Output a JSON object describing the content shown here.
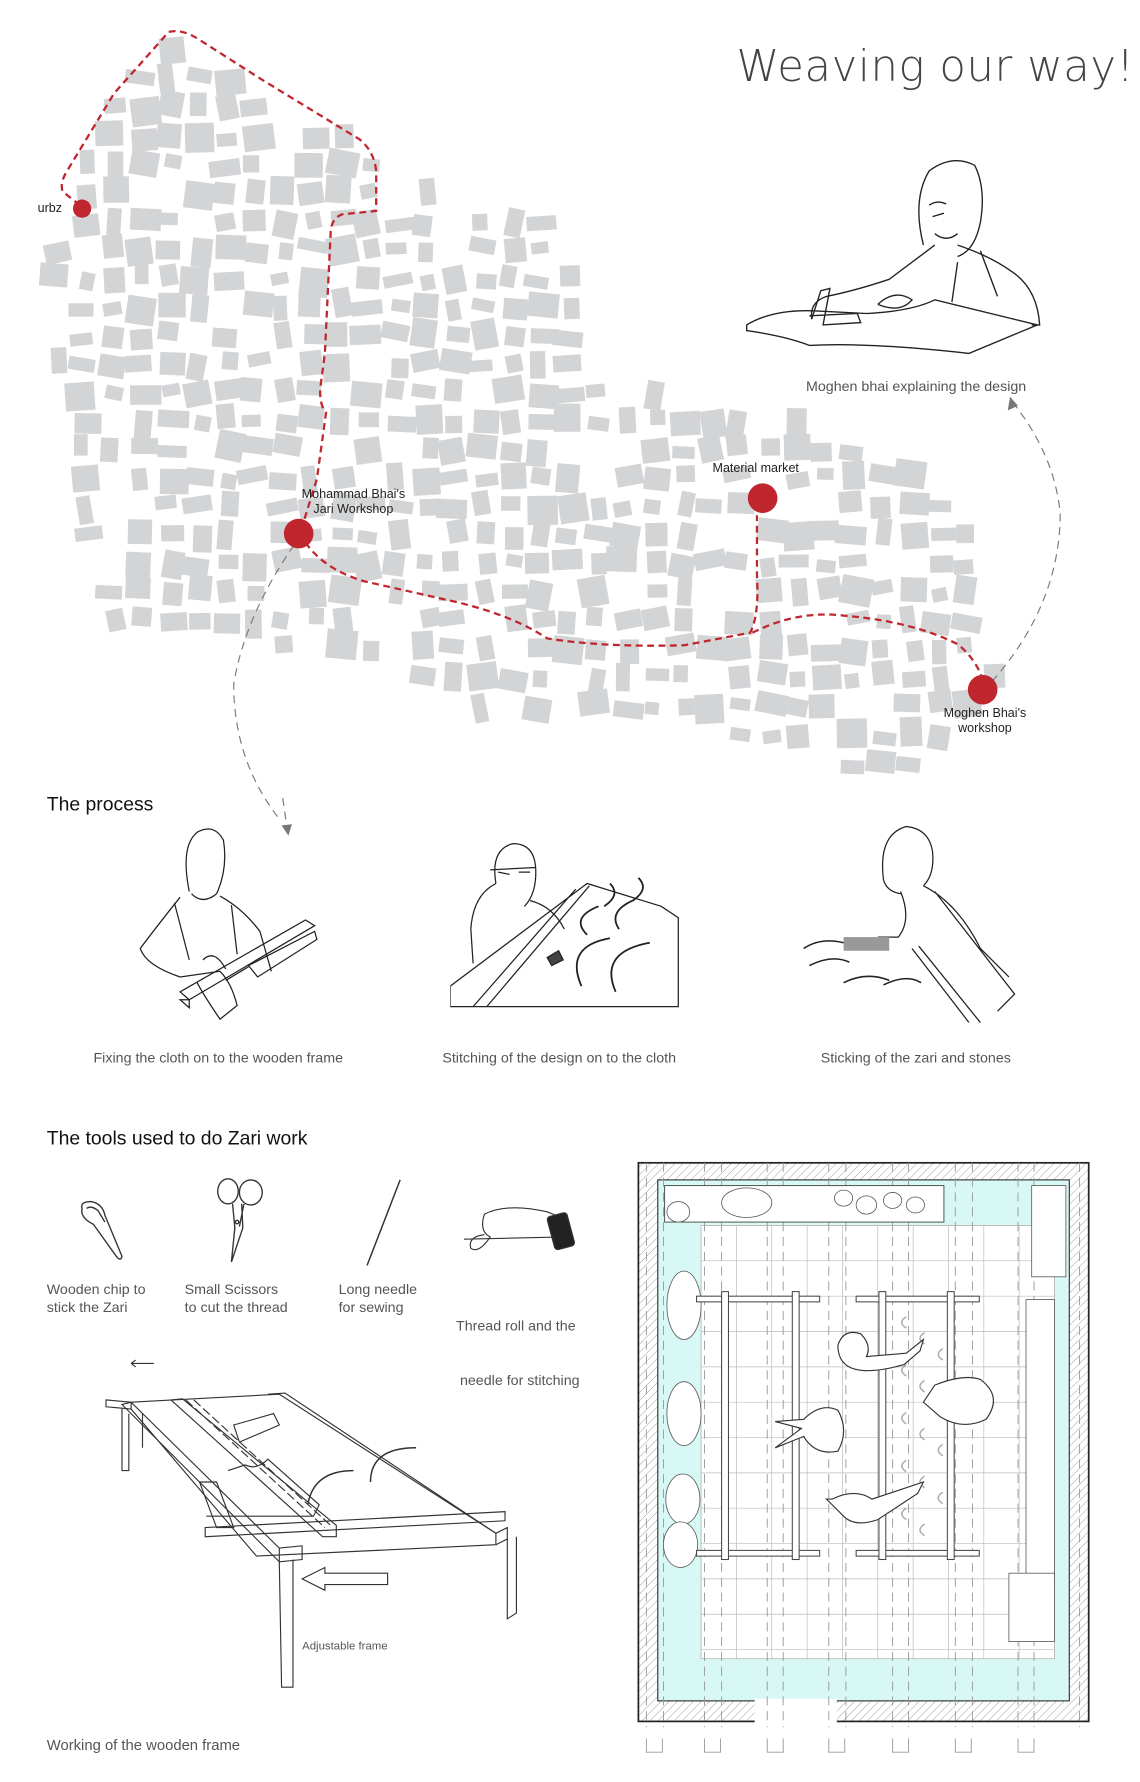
{
  "title": "Weaving our way!",
  "colors": {
    "route": "#c0262d",
    "building": "#d3d4d6",
    "floor_fill": "#d7f8f4"
  },
  "map": {
    "urbz": "urbz",
    "mohammad_line1": "Mohammad Bhai's",
    "mohammad_line2": "Jari Workshop",
    "material_market": "Material market",
    "moghen_line1": "Moghen Bhai's",
    "moghen_line2": "workshop"
  },
  "moghen_caption": "Moghen bhai explaining the design",
  "process": {
    "heading": "The process",
    "steps": [
      {
        "caption": "Fixing the cloth on to the wooden frame"
      },
      {
        "caption": "Stitching of the design on to the cloth"
      },
      {
        "caption": "Sticking of the zari and stones"
      }
    ]
  },
  "tools": {
    "heading": "The tools used to do Zari work",
    "items": [
      {
        "line1": "Wooden chip to",
        "line2": "stick the Zari",
        "icon": "wooden-chip-icon"
      },
      {
        "line1": "Small Scissors",
        "line2": "to cut the thread",
        "icon": "scissors-icon"
      },
      {
        "line1": "Long needle",
        "line2": "for sewing",
        "icon": "needle-icon"
      },
      {
        "line1": "Thread roll and the",
        "line2": " needle for stitching",
        "icon": "thread-roll-icon"
      }
    ]
  },
  "frame": {
    "adjustable_label": "Adjustable frame",
    "caption": "Working of the  wooden frame"
  }
}
